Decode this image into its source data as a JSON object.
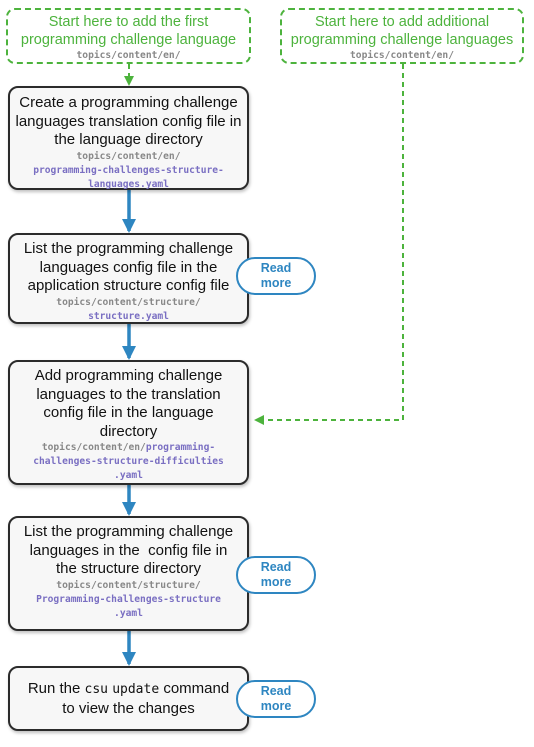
{
  "start_first": {
    "title_line1": "Start here to add the first",
    "title_line2": "programming challenge language",
    "path": "topics/content/en/"
  },
  "start_additional": {
    "title_line1": "Start here to add additional",
    "title_line2": "programming challenge languages",
    "path": "topics/content/en/"
  },
  "steps": [
    {
      "lines": [
        "Create a programming challenge",
        "languages translation config file in",
        "the language directory"
      ],
      "path_plain": "topics/content/en/",
      "path_highlight_1": "programming-challenges-structure-",
      "path_highlight_2": "languages.yaml"
    },
    {
      "lines": [
        "List the programming challenge",
        "languages config file in the",
        "application structure config file"
      ],
      "path_plain": "topics/content/structure/",
      "path_highlight_1": "structure.yaml",
      "read_more": [
        "Read",
        "more"
      ]
    },
    {
      "lines": [
        "Add programming challenge",
        "languages to the translation",
        "config file in the language",
        "directory"
      ],
      "path_plain": "topics/content/en/",
      "path_highlight_inline": "programming-",
      "path_highlight_1": "challenges-structure-difficulties",
      "path_highlight_2": ".yaml"
    },
    {
      "lines": [
        "List the programming challenge",
        "languages in the  config file in",
        "the structure directory"
      ],
      "path_plain": "topics/content/structure/",
      "path_highlight_1": "Programming-challenges-structure",
      "path_highlight_2": ".yaml",
      "read_more": [
        "Read",
        "more"
      ]
    },
    {
      "prefix": "Run the",
      "code1": "csu",
      "code2": "update",
      "suffix": "command",
      "line2": "to view the changes",
      "read_more": [
        "Read",
        "more"
      ]
    }
  ],
  "colors": {
    "start_border": "#4db33d",
    "arrow": "#2e86c1",
    "path_highlight": "#7a6fc2",
    "box_border": "#2b2b2b"
  }
}
